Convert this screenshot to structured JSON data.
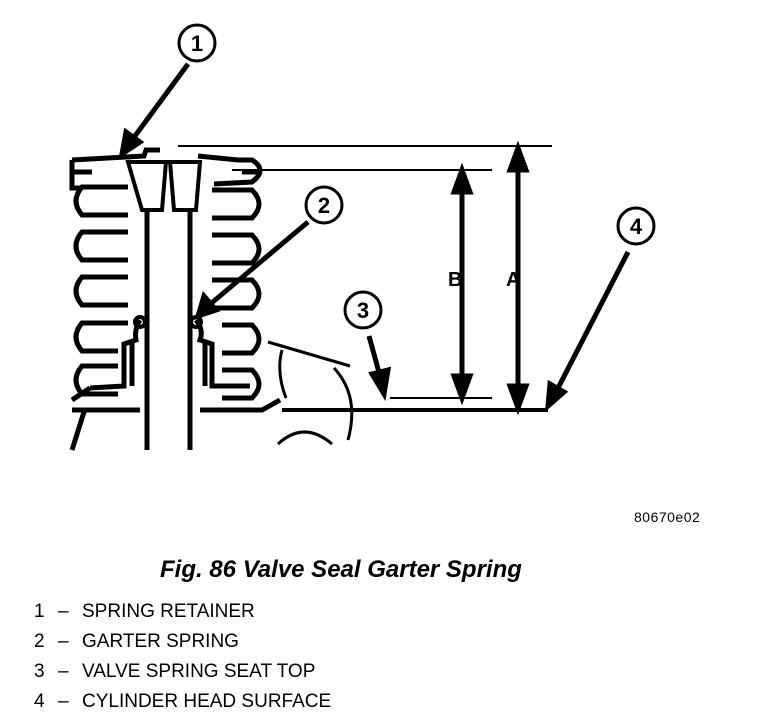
{
  "figure_id": "80670e02",
  "caption": "Fig. 86 Valve Seal Garter Spring",
  "callouts": [
    {
      "number": "1",
      "label": "SPRING RETAINER"
    },
    {
      "number": "2",
      "label": "GARTER SPRING"
    },
    {
      "number": "3",
      "label": "VALVE SPRING SEAT TOP"
    },
    {
      "number": "4",
      "label": "CYLINDER HEAD SURFACE"
    }
  ],
  "legend_separator": "–",
  "dimensions": {
    "a": "A",
    "b": "B"
  }
}
